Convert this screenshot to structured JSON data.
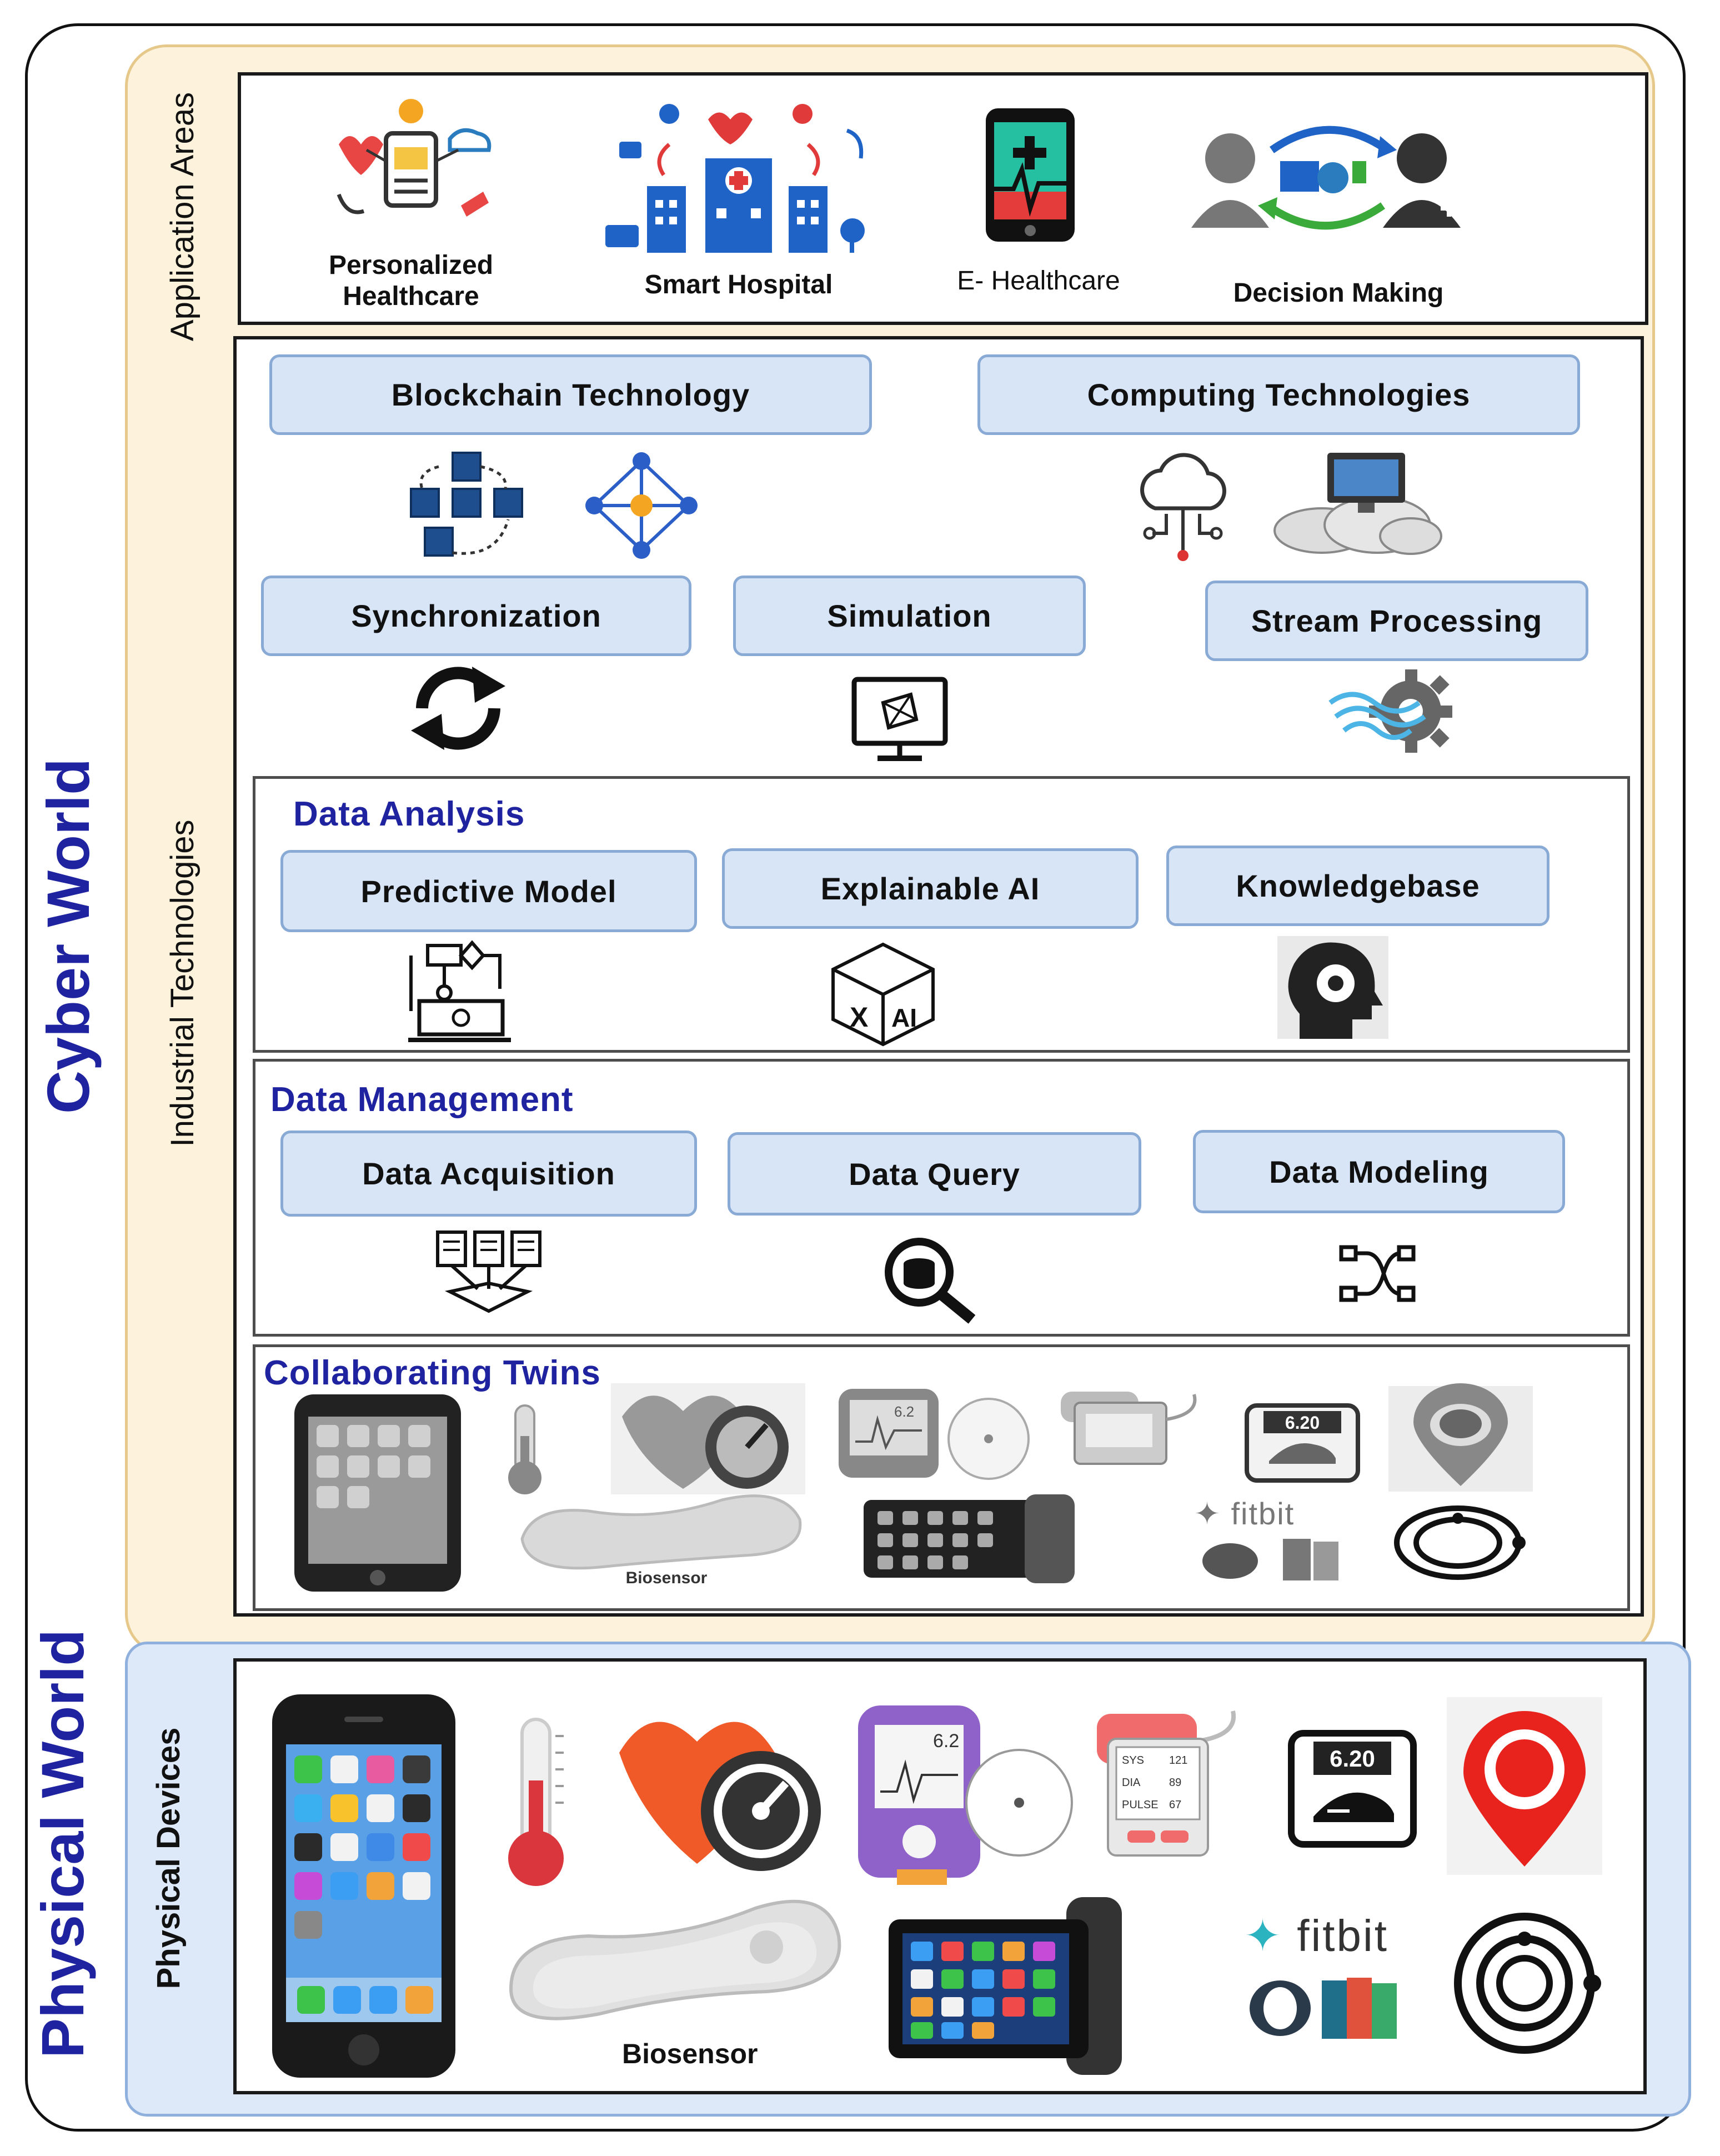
{
  "labels": {
    "cyber_world": "Cyber World",
    "physical_world": "Physical World",
    "application_areas": "Application Areas",
    "industrial_technologies": "Industrial Technologies",
    "physical_devices": "Physical Devices"
  },
  "applications": [
    {
      "label_line1": "Personalized",
      "label_line2": "Healthcare",
      "icon": "personalized-healthcare-icon"
    },
    {
      "label": "Smart Hospital",
      "icon": "smart-hospital-icon"
    },
    {
      "label": "E- Healthcare",
      "icon": "mobile-health-icon"
    },
    {
      "label": "Decision Making",
      "icon": "decision-making-icon"
    }
  ],
  "technologies": {
    "blockchain": "Blockchain Technology",
    "computing": "Computing Technologies",
    "synchronization": "Synchronization",
    "simulation": "Simulation",
    "stream_processing": "Stream Processing"
  },
  "data_analysis": {
    "title": "Data Analysis",
    "items": [
      "Predictive Model",
      "Explainable AI",
      "Knowledgebase"
    ]
  },
  "data_management": {
    "title": "Data Management",
    "items": [
      "Data Acquisition",
      "Data Query",
      "Data Modeling"
    ]
  },
  "collaborating_twins": {
    "title": "Collaborating Twins",
    "biosensor": "Biosensor",
    "fitbit": "fitbit"
  },
  "physical_devices": {
    "biosensor": "Biosensor",
    "fitbit": "fitbit",
    "ecg_reading": "6.2",
    "step_reading": "6.20",
    "bp_labels": [
      "SYS",
      "DIA",
      "PULSE"
    ],
    "bp_values": [
      "121",
      "89",
      "67"
    ]
  },
  "colors": {
    "title_blue": "#1f23a0",
    "button_fill": "#d7e5f7",
    "button_border": "#8aaad6",
    "cyber_fill": "#fdf3dc",
    "physical_fill": "#dde8f8"
  }
}
